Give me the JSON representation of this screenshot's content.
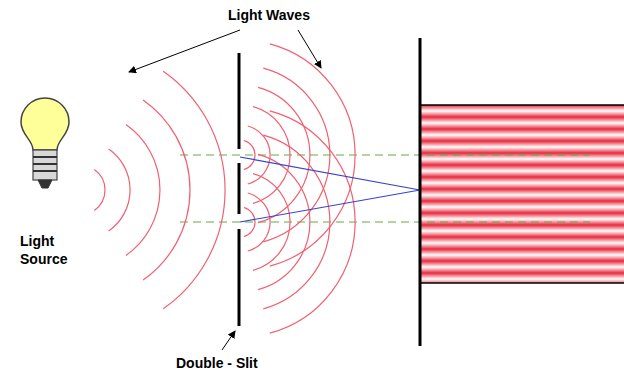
{
  "diagram": {
    "labels": [
      "Light Waves",
      "Light Source",
      "Double - Slit"
    ]
  }
}
